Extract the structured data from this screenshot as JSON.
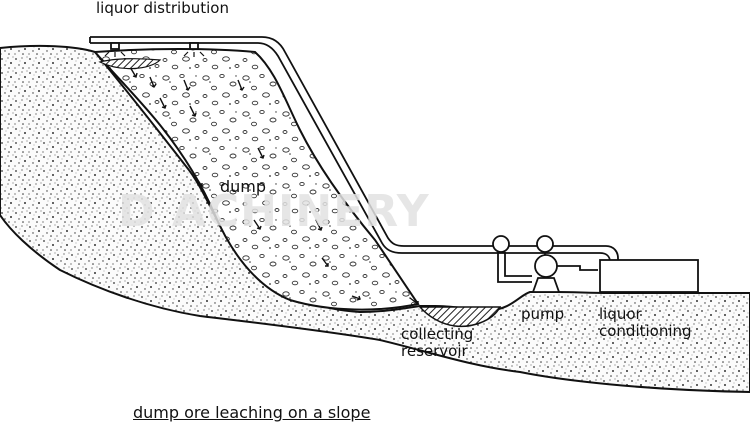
{
  "labels": {
    "top": "liquor distribution",
    "dump": "dump",
    "pump": "pump",
    "reservoir_line1": "collecting",
    "reservoir_line2": "reservoir",
    "conditioning_line1": "liquor",
    "conditioning_line2": "conditioning",
    "caption": "dump ore leaching on a slope"
  },
  "watermark": "D        ACHINERY",
  "colors": {
    "ink": "#111111",
    "background": "#ffffff",
    "watermark": "#e2e2e2"
  }
}
